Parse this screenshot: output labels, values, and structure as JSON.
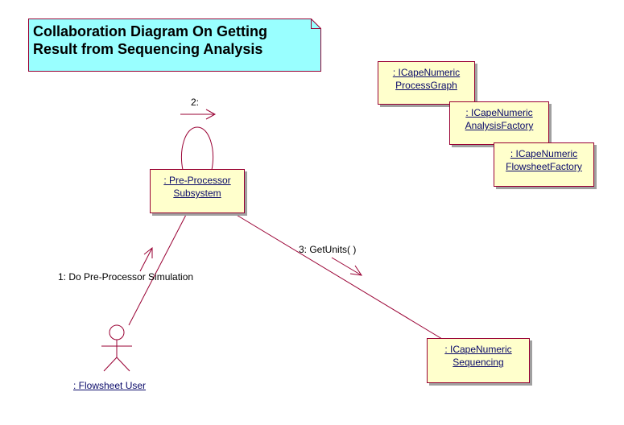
{
  "note": {
    "line1": "Collaboration Diagram On Getting",
    "line2": "Result from Sequencing Analysis"
  },
  "objects": {
    "process_graph": {
      "line1": ": ICapeNumeric",
      "line2": "ProcessGraph"
    },
    "analysis_factory": {
      "line1": ": ICapeNumeric",
      "line2": "AnalysisFactory"
    },
    "flowsheet_factory": {
      "line1": ": ICapeNumeric",
      "line2": "FlowsheetFactory"
    },
    "preprocessor": {
      "line1": ": Pre-Processor",
      "line2": "Subsystem"
    },
    "sequencing": {
      "line1": ": ICapeNumeric",
      "line2": "Sequencing"
    }
  },
  "actor": {
    "label": ": Flowsheet User"
  },
  "messages": {
    "m1": "1: Do Pre-Processor Simulation",
    "m2": "2:",
    "m3": "3: GetUnits( )"
  },
  "colors": {
    "note_fill": "#99ffff",
    "object_fill": "#ffffcc",
    "line": "#990033",
    "text_link": "#0a0a6a"
  }
}
